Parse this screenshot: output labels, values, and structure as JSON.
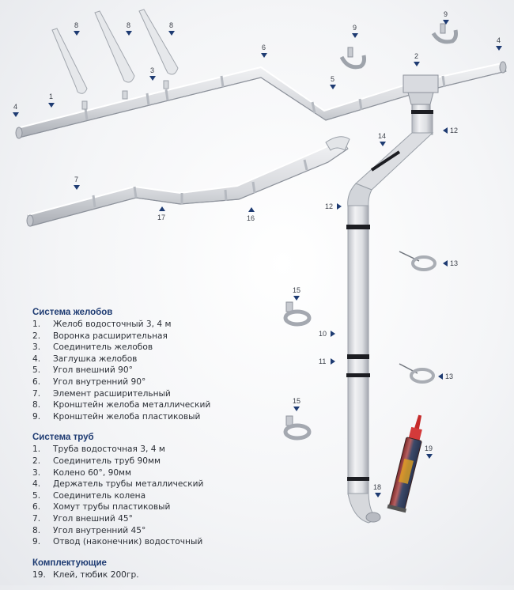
{
  "callouts": [
    {
      "id": "c1",
      "label": "1"
    },
    {
      "id": "c2",
      "label": "2"
    },
    {
      "id": "c3",
      "label": "3"
    },
    {
      "id": "c4a",
      "label": "4"
    },
    {
      "id": "c4b",
      "label": "4"
    },
    {
      "id": "c5",
      "label": "5"
    },
    {
      "id": "c6",
      "label": "6"
    },
    {
      "id": "c7",
      "label": "7"
    },
    {
      "id": "c8a",
      "label": "8"
    },
    {
      "id": "c8b",
      "label": "8"
    },
    {
      "id": "c8c",
      "label": "8"
    },
    {
      "id": "c9a",
      "label": "9"
    },
    {
      "id": "c9b",
      "label": "9"
    },
    {
      "id": "c10",
      "label": "10"
    },
    {
      "id": "c11",
      "label": "11"
    },
    {
      "id": "c12a",
      "label": "12"
    },
    {
      "id": "c12b",
      "label": "12"
    },
    {
      "id": "c13a",
      "label": "13"
    },
    {
      "id": "c13b",
      "label": "13"
    },
    {
      "id": "c14",
      "label": "14"
    },
    {
      "id": "c15a",
      "label": "15"
    },
    {
      "id": "c15b",
      "label": "15"
    },
    {
      "id": "c16",
      "label": "16"
    },
    {
      "id": "c17",
      "label": "17"
    },
    {
      "id": "c18",
      "label": "18"
    },
    {
      "id": "c19",
      "label": "19"
    }
  ],
  "legend": {
    "gutter": {
      "title": "Система желобов",
      "items": [
        {
          "num": "1.",
          "text": "Желоб водосточный 3, 4 м"
        },
        {
          "num": "2.",
          "text": "Воронка расширительная"
        },
        {
          "num": "3.",
          "text": "Соединитель желобов"
        },
        {
          "num": "4.",
          "text": "Заглушка желобов"
        },
        {
          "num": "5.",
          "text": "Угол внешний 90°"
        },
        {
          "num": "6.",
          "text": "Угол внутренний 90°"
        },
        {
          "num": "7.",
          "text": "Элемент расширительный"
        },
        {
          "num": "8.",
          "text": "Кронштейн желоба металлический"
        },
        {
          "num": "9.",
          "text": "Кронштейн желоба пластиковый"
        }
      ]
    },
    "pipes": {
      "title": "Система труб",
      "items": [
        {
          "num": "1.",
          "text": "Труба водосточная 3, 4 м"
        },
        {
          "num": "2.",
          "text": "Соединитель труб 90мм"
        },
        {
          "num": "3.",
          "text": "Колено 60°, 90мм"
        },
        {
          "num": "4.",
          "text": "Держатель трубы металлический"
        },
        {
          "num": "5.",
          "text": "Соединитель колена"
        },
        {
          "num": "6.",
          "text": "Хомут трубы пластиковый"
        },
        {
          "num": "7.",
          "text": "Угол внешний 45°"
        },
        {
          "num": "8.",
          "text": "Угол внутренний 45°"
        },
        {
          "num": "9.",
          "text": "Отвод (наконечник) водосточный"
        }
      ]
    },
    "accessories": {
      "title": "Комплектующие",
      "items": [
        {
          "num": "19.",
          "text": "Клей, тюбик 200гр."
        }
      ]
    }
  },
  "colors": {
    "accent": "#1e3b72",
    "pipe": "#dfe1e5",
    "pipe_shade": "#a9adb5",
    "band": "#1c1d22"
  }
}
